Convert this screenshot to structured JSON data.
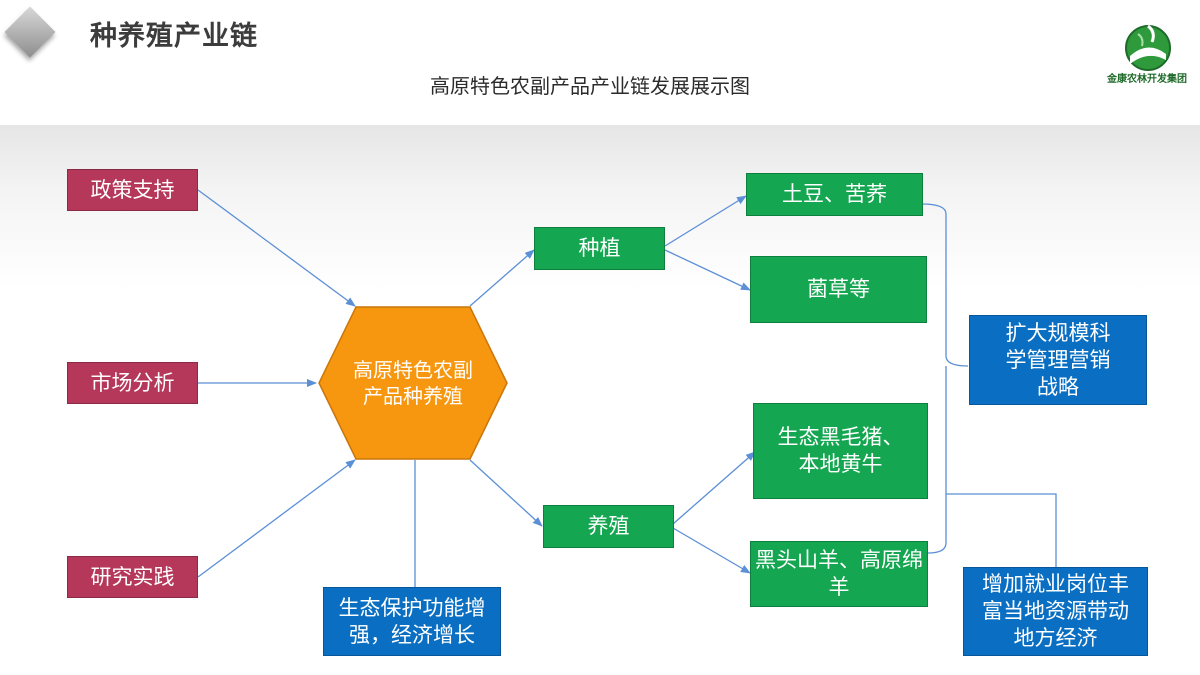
{
  "header": {
    "page_title": "种养殖产业链",
    "diagram_title": "高原特色农副产品产业链发展展示图",
    "logo_text": "金康农林开发集团"
  },
  "diagram": {
    "inputs": [
      "政策支持",
      "市场分析",
      "研究实践"
    ],
    "core": "高原特色农副产品种养殖",
    "branches": {
      "planting": "种植",
      "breeding": "养殖"
    },
    "planting_products": [
      "土豆、苦荞",
      "菌草等"
    ],
    "breeding_products": [
      "生态黑毛猪、本地黄牛",
      "黑头山羊、高原绵羊"
    ],
    "outcomes": {
      "strategy": "扩大规模科学管理营销战略",
      "economy": "增加就业岗位丰富当地资源带动地方经济",
      "ecology": "生态保护功能增强，经济增长"
    }
  },
  "colors": {
    "input_box": "#b5385b",
    "core_hexagon": "#f7960f",
    "product_box": "#14a650",
    "outcome_box": "#0a6fc2",
    "connector": "#5b8fd6"
  }
}
